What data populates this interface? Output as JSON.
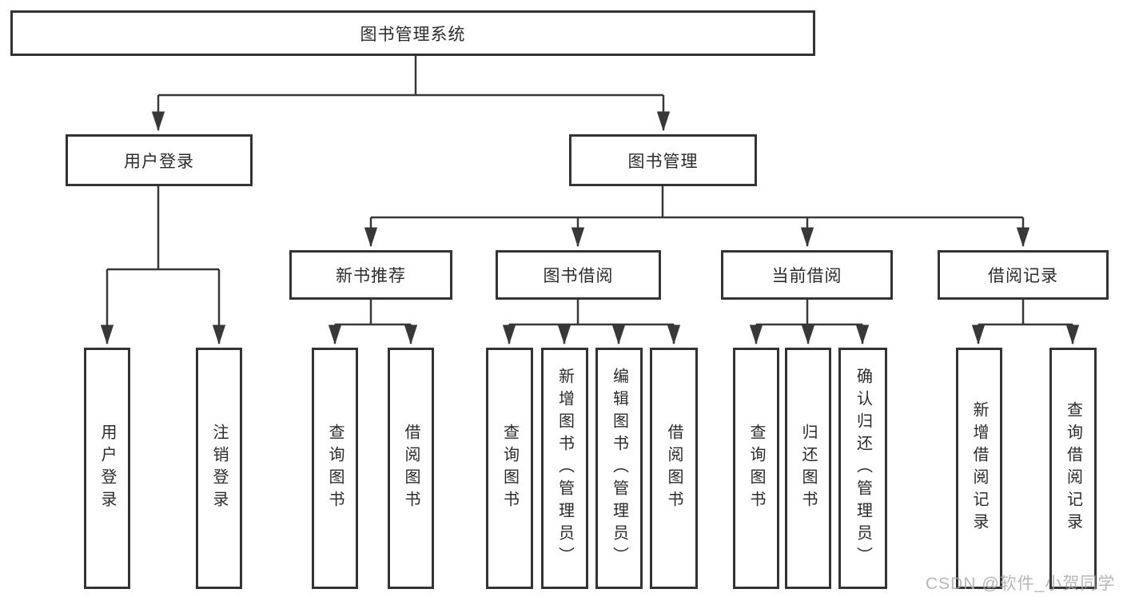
{
  "tree": {
    "root": "图书管理系统",
    "children": [
      {
        "label": "用户登录",
        "children": [
          {
            "label": "用户登录"
          },
          {
            "label": "注销登录"
          }
        ]
      },
      {
        "label": "图书管理",
        "children": [
          {
            "label": "新书推荐",
            "children": [
              {
                "label": "查询图书"
              },
              {
                "label": "借阅图书"
              }
            ]
          },
          {
            "label": "图书借阅",
            "children": [
              {
                "label": "查询图书"
              },
              {
                "label": "新增图书（管理员）"
              },
              {
                "label": "编辑图书（管理员）"
              },
              {
                "label": "借阅图书"
              }
            ]
          },
          {
            "label": "当前借阅",
            "children": [
              {
                "label": "查询图书"
              },
              {
                "label": "归还图书"
              },
              {
                "label": "确认归还（管理员）"
              }
            ]
          },
          {
            "label": "借阅记录",
            "children": [
              {
                "label": "新增借阅记录"
              },
              {
                "label": "查询借阅记录"
              }
            ]
          }
        ]
      }
    ]
  },
  "watermark": {
    "text": "CSDN @软件_小贺同学"
  },
  "colors": {
    "line": "#383838",
    "box_border": "#333333",
    "text": "#2b2b2b",
    "watermark": "#aaaaaa",
    "background": "#ffffff"
  }
}
